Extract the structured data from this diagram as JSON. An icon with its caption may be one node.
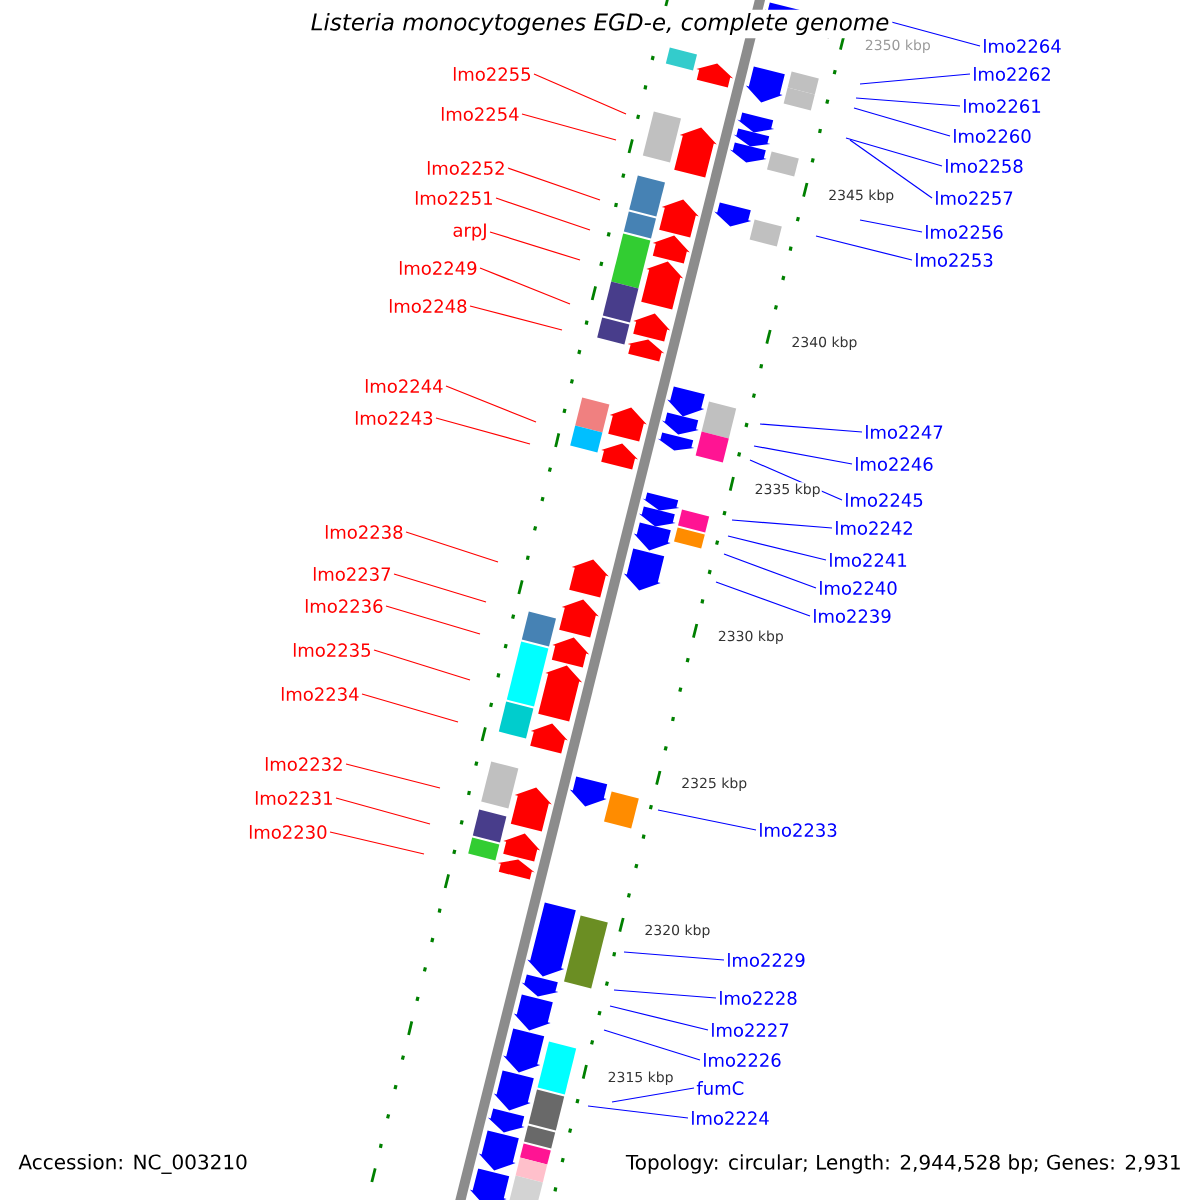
{
  "diagram": {
    "title": "Listeria monocytogenes EGD-e, complete genome",
    "nodes": [
      {
        "text": [
          "lmo2264"
        ]
      },
      {
        "text": [
          "lmo2255"
        ]
      },
      {
        "text": [
          "lmo2262"
        ]
      },
      {
        "text": [
          "lmo2261"
        ]
      },
      {
        "text": [
          "lmo2254"
        ]
      },
      {
        "text": [
          "lmo2260"
        ]
      },
      {
        "text": [
          "lmo2258"
        ]
      },
      {
        "text": [
          "lmo2252"
        ]
      },
      {
        "text": [
          "lmo2251"
        ]
      },
      {
        "text": [
          "lmo2257"
        ]
      },
      {
        "text": [
          "arpJ"
        ]
      },
      {
        "text": [
          "lmo2256"
        ]
      },
      {
        "text": [
          "lmo2253"
        ]
      },
      {
        "text": [
          "lmo2249"
        ]
      },
      {
        "text": [
          "lmo2248"
        ]
      },
      {
        "text": [
          "lmo2244"
        ]
      },
      {
        "text": [
          "lmo2243"
        ]
      },
      {
        "text": [
          "lmo2247"
        ]
      },
      {
        "text": [
          "lmo2246"
        ]
      },
      {
        "text": [
          "lmo2245"
        ]
      },
      {
        "text": [
          "lmo2242"
        ]
      },
      {
        "text": [
          "lmo2238"
        ]
      },
      {
        "text": [
          "lmo2241"
        ]
      },
      {
        "text": [
          "lmo2237"
        ]
      },
      {
        "text": [
          "lmo2240"
        ]
      },
      {
        "text": [
          "lmo2236"
        ]
      },
      {
        "text": [
          "lmo2239"
        ]
      },
      {
        "text": [
          "lmo2235"
        ]
      },
      {
        "text": [
          "lmo2234"
        ]
      },
      {
        "text": [
          "lmo2232"
        ]
      },
      {
        "text": [
          "lmo2231"
        ]
      },
      {
        "text": [
          "lmo2233"
        ]
      },
      {
        "text": [
          "lmo2230"
        ]
      },
      {
        "text": [
          "lmo2229"
        ]
      },
      {
        "text": [
          "lmo2228"
        ]
      },
      {
        "text": [
          "lmo2227"
        ]
      },
      {
        "text": [
          "lmo2226"
        ]
      },
      {
        "text": [
          "fumC"
        ]
      },
      {
        "text": [
          "lmo2224"
        ]
      }
    ],
    "edges": [
      {
        "from": 0,
        "to": null,
        "arrow": "none"
      },
      {
        "from": 1,
        "to": null,
        "arrow": "none",
        "color": "#ff0000"
      },
      {
        "from": 2,
        "to": null,
        "arrow": "none"
      },
      {
        "from": 3,
        "to": null,
        "arrow": "none"
      },
      {
        "from": 4,
        "to": null,
        "arrow": "none",
        "color": "#ff0000"
      },
      {
        "from": 5,
        "to": null,
        "arrow": "none"
      },
      {
        "from": 6,
        "to": null,
        "arrow": "none"
      },
      {
        "from": 7,
        "to": null,
        "arrow": "none",
        "color": "#ff0000"
      },
      {
        "from": 8,
        "to": null,
        "arrow": "none",
        "color": "#ff0000"
      },
      {
        "from": 9,
        "to": null,
        "arrow": "none"
      },
      {
        "from": 10,
        "to": null,
        "arrow": "none",
        "color": "#ff0000"
      },
      {
        "from": 11,
        "to": null,
        "arrow": "none"
      },
      {
        "from": 12,
        "to": null,
        "arrow": "none"
      },
      {
        "from": 13,
        "to": null,
        "arrow": "none",
        "color": "#ff0000"
      },
      {
        "from": 14,
        "to": null,
        "arrow": "none",
        "color": "#ff0000"
      },
      {
        "from": 15,
        "to": null,
        "arrow": "none",
        "color": "#ff0000"
      },
      {
        "from": 16,
        "to": null,
        "arrow": "none",
        "color": "#ff0000"
      },
      {
        "from": 17,
        "to": null,
        "arrow": "none"
      },
      {
        "from": 18,
        "to": null,
        "arrow": "none"
      },
      {
        "from": 19,
        "to": null,
        "arrow": "none"
      },
      {
        "from": 20,
        "to": null,
        "arrow": "none"
      },
      {
        "from": 21,
        "to": null,
        "arrow": "none",
        "color": "#ff0000"
      },
      {
        "from": 22,
        "to": null,
        "arrow": "none"
      },
      {
        "from": 23,
        "to": null,
        "arrow": "none",
        "color": "#ff0000"
      },
      {
        "from": 24,
        "to": null,
        "arrow": "none"
      },
      {
        "from": 25,
        "to": null,
        "arrow": "none",
        "color": "#ff0000"
      },
      {
        "from": 26,
        "to": null,
        "arrow": "none"
      },
      {
        "from": 27,
        "to": null,
        "arrow": "none",
        "color": "#ff0000"
      },
      {
        "from": 28,
        "to": null,
        "arrow": "none",
        "color": "#ff0000"
      },
      {
        "from": 29,
        "to": null,
        "arrow": "none",
        "color": "#ff0000"
      },
      {
        "from": 30,
        "to": null,
        "arrow": "none",
        "color": "#ff0000"
      },
      {
        "from": 31,
        "to": null,
        "arrow": "none"
      },
      {
        "from": 32,
        "to": null,
        "arrow": "none",
        "color": "#ff0000"
      },
      {
        "from": 33,
        "to": null,
        "arrow": "none"
      },
      {
        "from": 34,
        "to": null,
        "arrow": "none"
      },
      {
        "from": 35,
        "to": null,
        "arrow": "none"
      },
      {
        "from": 36,
        "to": null,
        "arrow": "none"
      },
      {
        "from": 37,
        "to": null,
        "arrow": "none"
      },
      {
        "from": 38,
        "to": null,
        "arrow": "none"
      }
    ],
    "labels": [
      "2350 kbp",
      "2345 kbp",
      "2340 kbp",
      "2335 kbp",
      "2330 kbp",
      "2325 kbp",
      "2320 kbp",
      "2315 kbp",
      "Accession: NC_003210",
      "Topology: circular; Length: 2,944,528 bp; Genes: 2,931"
    ]
  }
}
